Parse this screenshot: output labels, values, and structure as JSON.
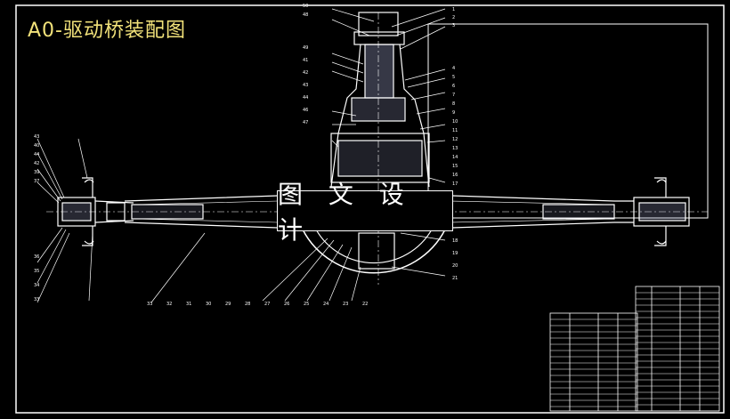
{
  "drawing": {
    "title": "A0-驱动桥装配图",
    "watermark": "图 文 设 计"
  },
  "colors": {
    "background": "#000000",
    "lines": "#ffffff",
    "title": "#f2e27a",
    "hatch": "#9aa0c8"
  },
  "part_labels_top_right": [
    "1",
    "2",
    "3",
    "4",
    "5",
    "6",
    "7",
    "8",
    "9",
    "10",
    "11",
    "12",
    "13",
    "14",
    "15",
    "16",
    "17"
  ],
  "part_labels_top_left": [
    "50",
    "48",
    "49",
    "41",
    "42",
    "43",
    "44",
    "46",
    "47"
  ],
  "part_labels_left": [
    "43",
    "40",
    "44",
    "42",
    "39",
    "37",
    "36",
    "35",
    "34",
    "33"
  ],
  "part_labels_bottom": [
    "33",
    "32",
    "31",
    "30",
    "29",
    "28",
    "27",
    "26",
    "25",
    "24",
    "23",
    "22"
  ],
  "part_labels_right_lower": [
    "18",
    "19",
    "20",
    "21"
  ],
  "bom_tables": [
    {
      "name": "parts-table-left"
    },
    {
      "name": "parts-table-right"
    }
  ]
}
